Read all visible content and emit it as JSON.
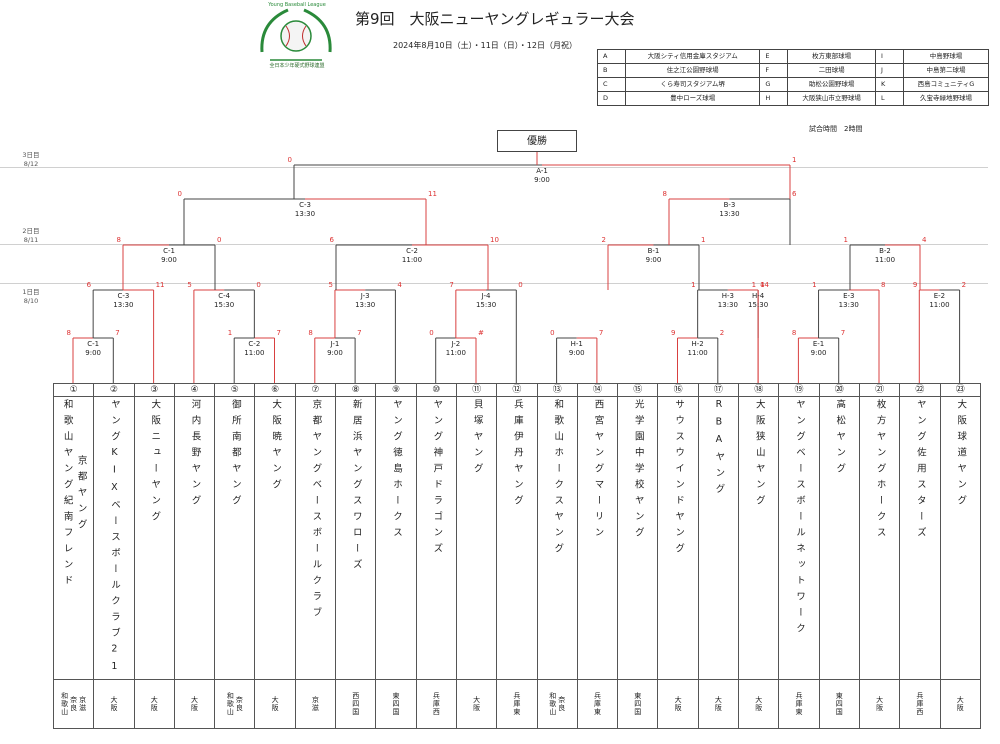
{
  "header": {
    "title": "第9回　大阪ニューヤングレギュラー大会",
    "dates": "2024年8月10日（土）・11日（日）・12日（月祝）",
    "logo_text": "Young Baseball League",
    "logo_subtext": "全日本少年硬式野球連盟",
    "duration": "試合時間　2時間"
  },
  "venues": [
    [
      [
        "A",
        "大阪シティ信用金庫スタジアム"
      ],
      [
        "E",
        "枚方東部球場"
      ],
      [
        "I",
        "中島野球場"
      ]
    ],
    [
      [
        "B",
        "住之江公園野球場"
      ],
      [
        "F",
        "二田球場"
      ],
      [
        "J",
        "中島第二球場"
      ]
    ],
    [
      [
        "C",
        "くら寿司スタジアム堺"
      ],
      [
        "G",
        "助松公園野球場"
      ],
      [
        "K",
        "西島コミュニティG"
      ]
    ],
    [
      [
        "D",
        "豊中ローズ球場"
      ],
      [
        "H",
        "大阪狭山市立野球場"
      ],
      [
        "L",
        "久宝寺緑地野球場"
      ]
    ]
  ],
  "champion_label": "優勝",
  "days": [
    {
      "label": "3日目",
      "date": "8/12"
    },
    {
      "label": "2日目",
      "date": "8/11"
    },
    {
      "label": "1日目",
      "date": "8/10"
    }
  ],
  "matches": [
    {
      "id": "A-1",
      "time": "9:00",
      "left_score": "0",
      "right_score": "1"
    },
    {
      "id": "C-3",
      "time": "13:30",
      "left_score": "0",
      "right_score": "11"
    },
    {
      "id": "B-3",
      "time": "13:30",
      "left_score": "8",
      "right_score": "6"
    },
    {
      "id": "C-1",
      "time": "9:00",
      "left_score": "8",
      "right_score": "0"
    },
    {
      "id": "C-2",
      "time": "11:00",
      "left_score": "6",
      "right_score": "10"
    },
    {
      "id": "B-1",
      "time": "9:00",
      "left_score": "2",
      "right_score": "1"
    },
    {
      "id": "B-2",
      "time": "11:00",
      "left_score": "1",
      "right_score": "4"
    },
    {
      "id": "C-3",
      "time": "13:30",
      "left_score": "6",
      "right_score": "11"
    },
    {
      "id": "C-4",
      "time": "15:30",
      "left_score": "5",
      "right_score": "0"
    },
    {
      "id": "J-3",
      "time": "13:30",
      "left_score": "5",
      "right_score": "4"
    },
    {
      "id": "J-4",
      "time": "15:30",
      "left_score": "7",
      "right_score": "0"
    },
    {
      "id": "H-3",
      "time": "13:30",
      "left_score": "1",
      "right_score": "4"
    },
    {
      "id": "H-4",
      "time": "15:30",
      "left_score": "1",
      "right_score": "14"
    },
    {
      "id": "E-3",
      "time": "13:30",
      "left_score": "1",
      "right_score": "8"
    },
    {
      "id": "E-2",
      "time": "11:00",
      "left_score": "9",
      "right_score": "2"
    },
    {
      "id": "C-1",
      "time": "9:00",
      "left_score": "8",
      "right_score": "7"
    },
    {
      "id": "C-2",
      "time": "11:00",
      "left_score": "1",
      "right_score": "7"
    },
    {
      "id": "J-1",
      "time": "9:00",
      "left_score": "8",
      "right_score": "7"
    },
    {
      "id": "J-2",
      "time": "11:00",
      "left_score": "0",
      "right_score": "#"
    },
    {
      "id": "H-1",
      "time": "9:00",
      "left_score": "0",
      "right_score": "7"
    },
    {
      "id": "H-2",
      "time": "11:00",
      "left_score": "9",
      "right_score": "2"
    },
    {
      "id": "E-1",
      "time": "9:00",
      "left_score": "8",
      "right_score": "7"
    }
  ],
  "teams": [
    {
      "num": "①",
      "name": [
        "和歌山ヤング紀南フレンド",
        "京都ヤング"
      ],
      "pref": [
        "和歌山",
        "奈良",
        "京滋"
      ]
    },
    {
      "num": "②",
      "name": [
        "ヤングKIXベースボールクラブ21"
      ],
      "pref": [
        "大阪"
      ]
    },
    {
      "num": "③",
      "name": [
        "大阪ニューヤング"
      ],
      "pref": [
        "大阪"
      ]
    },
    {
      "num": "④",
      "name": [
        "河内長野ヤング"
      ],
      "pref": [
        "大阪"
      ]
    },
    {
      "num": "⑤",
      "name": [
        "御所南都ヤング"
      ],
      "pref": [
        "和歌山",
        "奈良"
      ]
    },
    {
      "num": "⑥",
      "name": [
        "大阪暁ヤング"
      ],
      "pref": [
        "大阪"
      ]
    },
    {
      "num": "⑦",
      "name": [
        "京都ヤングベースボールクラブ"
      ],
      "pref": [
        "京滋"
      ]
    },
    {
      "num": "⑧",
      "name": [
        "新居浜ヤングスワローズ"
      ],
      "pref": [
        "西四国"
      ]
    },
    {
      "num": "⑨",
      "name": [
        "ヤング徳島ホークス"
      ],
      "pref": [
        "東四国"
      ]
    },
    {
      "num": "⑩",
      "name": [
        "ヤング神戸ドラゴンズ"
      ],
      "pref": [
        "兵庫西"
      ]
    },
    {
      "num": "⑪",
      "name": [
        "貝塚ヤング"
      ],
      "pref": [
        "大阪"
      ]
    },
    {
      "num": "⑫",
      "name": [
        "兵庫伊丹ヤング"
      ],
      "pref": [
        "兵庫東"
      ]
    },
    {
      "num": "⑬",
      "name": [
        "和歌山ホークスヤング"
      ],
      "pref": [
        "和歌山",
        "奈良"
      ]
    },
    {
      "num": "⑭",
      "name": [
        "西宮ヤングマーリン"
      ],
      "pref": [
        "兵庫東"
      ]
    },
    {
      "num": "⑮",
      "name": [
        "光学園中学校ヤング"
      ],
      "pref": [
        "東四国"
      ]
    },
    {
      "num": "⑯",
      "name": [
        "サウスウインドヤング"
      ],
      "pref": [
        "大阪"
      ]
    },
    {
      "num": "⑰",
      "name": [
        "RBAヤング"
      ],
      "pref": [
        "大阪"
      ]
    },
    {
      "num": "⑱",
      "name": [
        "大阪狭山ヤング"
      ],
      "pref": [
        "大阪"
      ]
    },
    {
      "num": "⑲",
      "name": [
        "ヤングベースボールネットワーク"
      ],
      "pref": [
        "兵庫東"
      ]
    },
    {
      "num": "⑳",
      "name": [
        "高松ヤング"
      ],
      "pref": [
        "東四国"
      ]
    },
    {
      "num": "㉑",
      "name": [
        "枚方ヤングホークス"
      ],
      "pref": [
        "大阪"
      ]
    },
    {
      "num": "㉒",
      "name": [
        "ヤング佐用スターズ"
      ],
      "pref": [
        "兵庫西"
      ]
    },
    {
      "num": "㉓",
      "name": [
        "大阪球道ヤング"
      ],
      "pref": [
        "大阪"
      ]
    }
  ],
  "colors": {
    "winner": "#d84040",
    "line": "#444444"
  }
}
